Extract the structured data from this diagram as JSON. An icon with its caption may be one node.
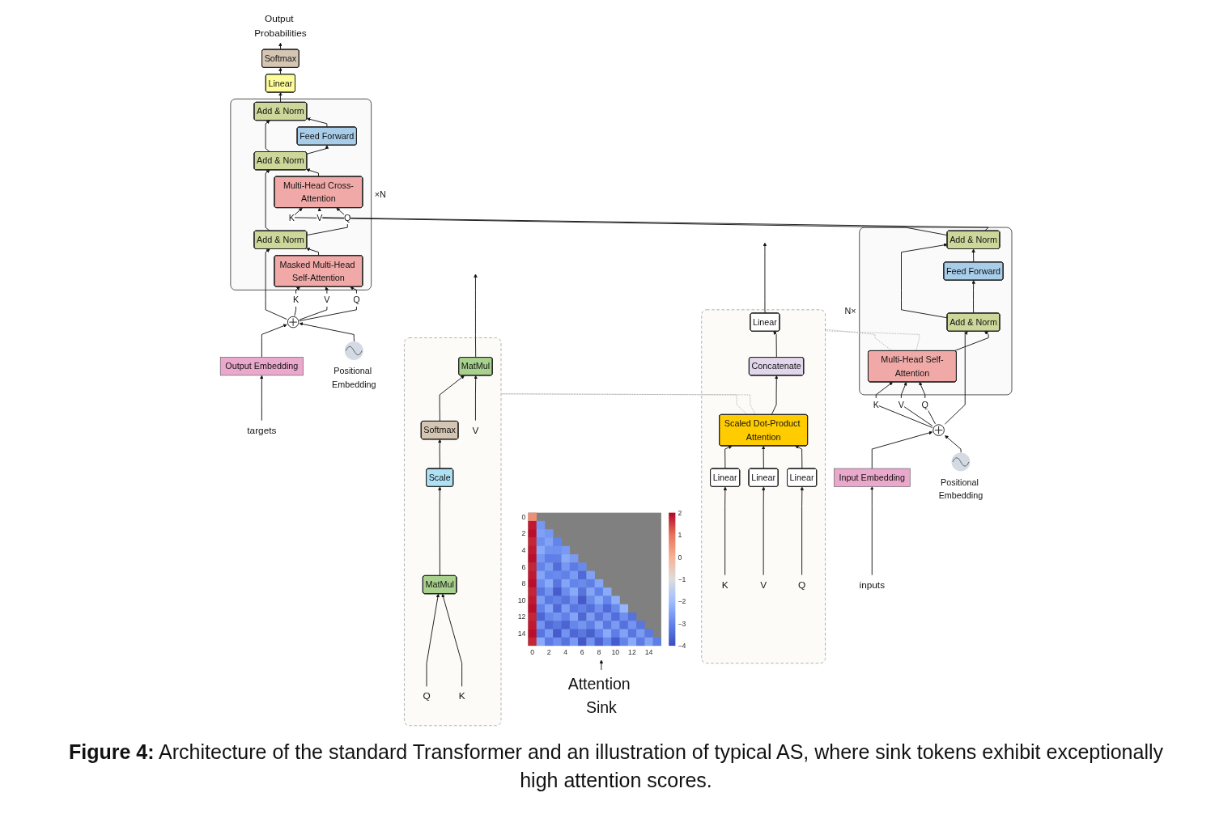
{
  "diagram": {
    "caption": "**Figure 4:** Architecture of the standard Transformer and an illustration of typical AS, where sink tokens exhibit exceptionally high attention scores.",
    "nodes": [
      {
        "text": [
          "Attention Sink"
        ]
      },
      {
        "text": [],
        "shape": "picture"
      },
      {
        "text": [],
        "shape": "box"
      },
      {
        "text": [
          "MatMul"
        ],
        "in": 2
      },
      {
        "text": [
          "Softmax"
        ],
        "in": 2
      },
      {
        "text": [
          "Scale"
        ],
        "in": 2
      },
      {
        "text": [
          "MatMul"
        ],
        "in": 2
      },
      {
        "text": [
          "Q"
        ],
        "in": 2
      },
      {
        "text": [
          "K"
        ],
        "in": 2
      },
      {
        "text": [
          "V"
        ],
        "in": 2
      },
      {
        "text": [],
        "shape": "box"
      },
      {
        "text": [
          "Linear"
        ],
        "in": 10
      },
      {
        "text": [
          "Concatenate"
        ],
        "in": 10
      },
      {
        "text": [
          "Scaled Dot-Product Attention"
        ],
        "in": 10
      },
      {
        "text": [
          "Linear"
        ],
        "in": 10
      },
      {
        "text": [
          "Linear"
        ],
        "in": 10
      },
      {
        "text": [
          "Linear"
        ],
        "in": 10
      },
      {
        "text": [
          "K"
        ],
        "in": 10
      },
      {
        "text": [
          "V"
        ],
        "in": 10
      },
      {
        "text": [
          "Q"
        ],
        "in": 10
      },
      {
        "text": [],
        "shape": "box",
        "beside": [
          "N×"
        ]
      },
      {
        "text": [
          "Add & Norm"
        ],
        "in": 20
      },
      {
        "text": [
          "Feed Forward"
        ],
        "in": 20
      },
      {
        "text": [
          "Add & Norm"
        ],
        "in": 20
      },
      {
        "text": [
          "Multi-Head Self-Attention"
        ],
        "in": 20
      },
      {
        "text": [
          "Positional Embedding"
        ]
      },
      {
        "text": [],
        "shape": "circle"
      },
      {
        "text": [
          "Input Embedding"
        ]
      },
      {
        "text": [
          "inputs"
        ]
      },
      {
        "text": [
          "Output Probabilities"
        ]
      },
      {
        "text": [
          "Softmax"
        ]
      },
      {
        "text": [
          "Linear"
        ]
      },
      {
        "text": [],
        "shape": "box",
        "beside": [
          "×N"
        ]
      },
      {
        "text": [
          "Add & Norm"
        ],
        "in": 32
      },
      {
        "text": [
          "Feed Forward"
        ],
        "in": 32
      },
      {
        "text": [
          "Add & Norm"
        ],
        "in": 32
      },
      {
        "text": [
          "Multi-Head Cross-Attention"
        ],
        "in": 32
      },
      {
        "text": [
          "Add & Norm"
        ],
        "in": 32
      },
      {
        "text": [
          "Masked Multi-Head Self-Attention"
        ],
        "in": 32
      },
      {
        "text": [],
        "shape": "circle"
      },
      {
        "text": [
          "Positional Embedding"
        ]
      },
      {
        "text": [
          "Output Embedding"
        ]
      },
      {
        "text": [
          "targets"
        ]
      }
    ],
    "edges": [
      {
        "from": 0,
        "to": 1,
        "arrow": "to"
      },
      {
        "from": 7,
        "to": 6,
        "arrow": "to"
      },
      {
        "from": 8,
        "to": 6,
        "arrow": "to"
      },
      {
        "from": 6,
        "to": 5,
        "arrow": "to"
      },
      {
        "from": 5,
        "to": 4,
        "arrow": "to"
      },
      {
        "from": 4,
        "to": 3,
        "arrow": "to"
      },
      {
        "from": 9,
        "to": 3,
        "arrow": "to"
      },
      {
        "from": 3,
        "to": null,
        "arrow": "to"
      },
      {
        "from": 17,
        "to": 14,
        "arrow": "to"
      },
      {
        "from": 18,
        "to": 15,
        "arrow": "to"
      },
      {
        "from": 19,
        "to": 16,
        "arrow": "to"
      },
      {
        "from": 14,
        "to": 13,
        "arrow": "to"
      },
      {
        "from": 15,
        "to": 13,
        "arrow": "to"
      },
      {
        "from": 16,
        "to": 13,
        "arrow": "to"
      },
      {
        "from": 13,
        "to": 12,
        "arrow": "to"
      },
      {
        "from": 12,
        "to": 11,
        "arrow": "to"
      },
      {
        "from": 11,
        "to": null,
        "arrow": "to"
      },
      {
        "from": 13,
        "to": 2,
        "arrow": "none",
        "style": "dashed",
        "color": "#aaaaaa"
      },
      {
        "from": 13,
        "to": 2,
        "arrow": "none",
        "style": "dashed",
        "color": "#aaaaaa"
      },
      {
        "from": 24,
        "to": 10,
        "arrow": "none",
        "style": "dashed",
        "color": "#aaaaaa"
      },
      {
        "from": 24,
        "to": 10,
        "arrow": "none",
        "style": "dashed",
        "color": "#aaaaaa"
      },
      {
        "from": 28,
        "to": 27,
        "arrow": "to"
      },
      {
        "from": 27,
        "to": 26,
        "arrow": "to"
      },
      {
        "from": 25,
        "to": 26,
        "arrow": "to"
      },
      {
        "from": 26,
        "to": 24,
        "label": "K",
        "arrow": "to"
      },
      {
        "from": 26,
        "to": 24,
        "label": "V",
        "arrow": "to"
      },
      {
        "from": 26,
        "to": 24,
        "label": "Q",
        "arrow": "to"
      },
      {
        "from": 26,
        "to": 23,
        "arrow": "to"
      },
      {
        "from": 24,
        "to": 23,
        "arrow": "to"
      },
      {
        "from": 23,
        "to": 22,
        "arrow": "to"
      },
      {
        "from": 23,
        "to": 21,
        "arrow": "to"
      },
      {
        "from": 22,
        "to": 21,
        "arrow": "to"
      },
      {
        "from": 21,
        "to": 36,
        "label": "K",
        "arrow": "to"
      },
      {
        "from": 21,
        "to": 36,
        "label": "V",
        "arrow": "to"
      },
      {
        "from": 42,
        "to": 41,
        "arrow": "to"
      },
      {
        "from": 41,
        "to": 39,
        "arrow": "to"
      },
      {
        "from": 40,
        "to": 39,
        "arrow": "to"
      },
      {
        "from": 39,
        "to": 38,
        "label": "K",
        "arrow": "to"
      },
      {
        "from": 39,
        "to": 38,
        "label": "V",
        "arrow": "to"
      },
      {
        "from": 39,
        "to": 38,
        "label": "Q",
        "arrow": "to"
      },
      {
        "from": 39,
        "to": 37,
        "arrow": "to"
      },
      {
        "from": 38,
        "to": 37,
        "arrow": "to"
      },
      {
        "from": 37,
        "to": 36,
        "label": "Q",
        "arrow": "to"
      },
      {
        "from": 37,
        "to": 35,
        "arrow": "to"
      },
      {
        "from": 36,
        "to": 35,
        "arrow": "to"
      },
      {
        "from": 35,
        "to": 34,
        "arrow": "to"
      },
      {
        "from": 35,
        "to": 33,
        "arrow": "to"
      },
      {
        "from": 34,
        "to": 33,
        "arrow": "to"
      },
      {
        "from": 33,
        "to": 31,
        "arrow": "to"
      },
      {
        "from": 31,
        "to": 30,
        "arrow": "to"
      },
      {
        "from": 30,
        "to": 29,
        "arrow": "to"
      }
    ],
    "labels": [
      "0",
      "2",
      "4",
      "6",
      "8",
      "10",
      "12",
      "14",
      "0",
      "2",
      "4",
      "6",
      "8",
      "10",
      "12",
      "14",
      "2",
      "1",
      "0",
      "−1",
      "−2",
      "−3",
      "−4"
    ]
  }
}
